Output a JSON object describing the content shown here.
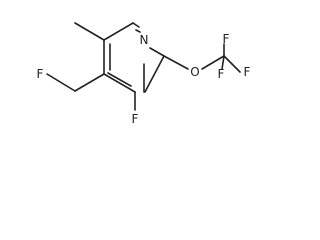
{
  "molecule": {
    "atoms": {
      "n1": "N",
      "f_ring": "F",
      "f_ch2": "F",
      "o": "O",
      "f_cf3_top": "F",
      "f_cf3_right": "F",
      "f_cf3_bottom": "F"
    }
  }
}
